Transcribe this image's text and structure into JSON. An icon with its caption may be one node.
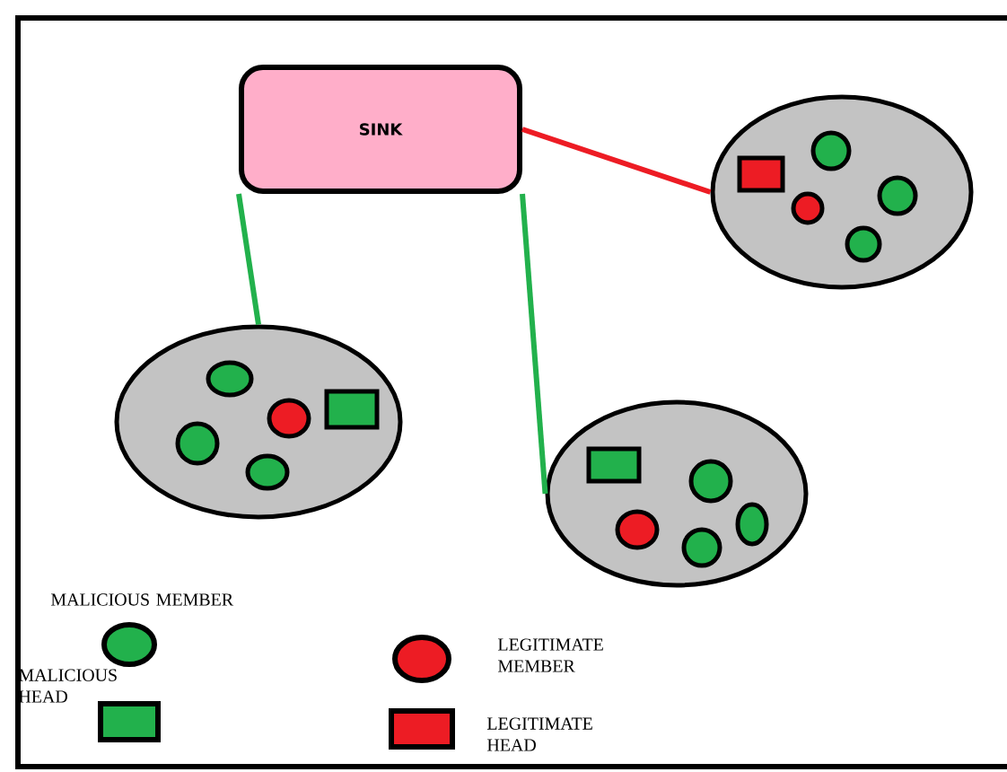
{
  "diagram": {
    "nodes": [
      {
        "text": [
          "SINK"
        ]
      },
      {
        "text": [],
        "shape": "ellipse"
      },
      {
        "text": [],
        "shape": "ellipse"
      },
      {
        "text": [],
        "shape": "ellipse"
      }
    ],
    "edges": [
      {
        "from": 0,
        "to": 1,
        "arrow": "none",
        "color": "#ed1c24"
      },
      {
        "from": 0,
        "to": 2,
        "arrow": "none"
      },
      {
        "from": 0,
        "to": 3,
        "arrow": "none"
      }
    ],
    "legend": [
      {
        "text": "MALICIOUS MEMBER"
      },
      {
        "text": "MALICIOUS HEAD"
      },
      {
        "text": "LEGITIMATE MEMBER"
      },
      {
        "text": "LEGITIMATE HEAD"
      }
    ]
  }
}
